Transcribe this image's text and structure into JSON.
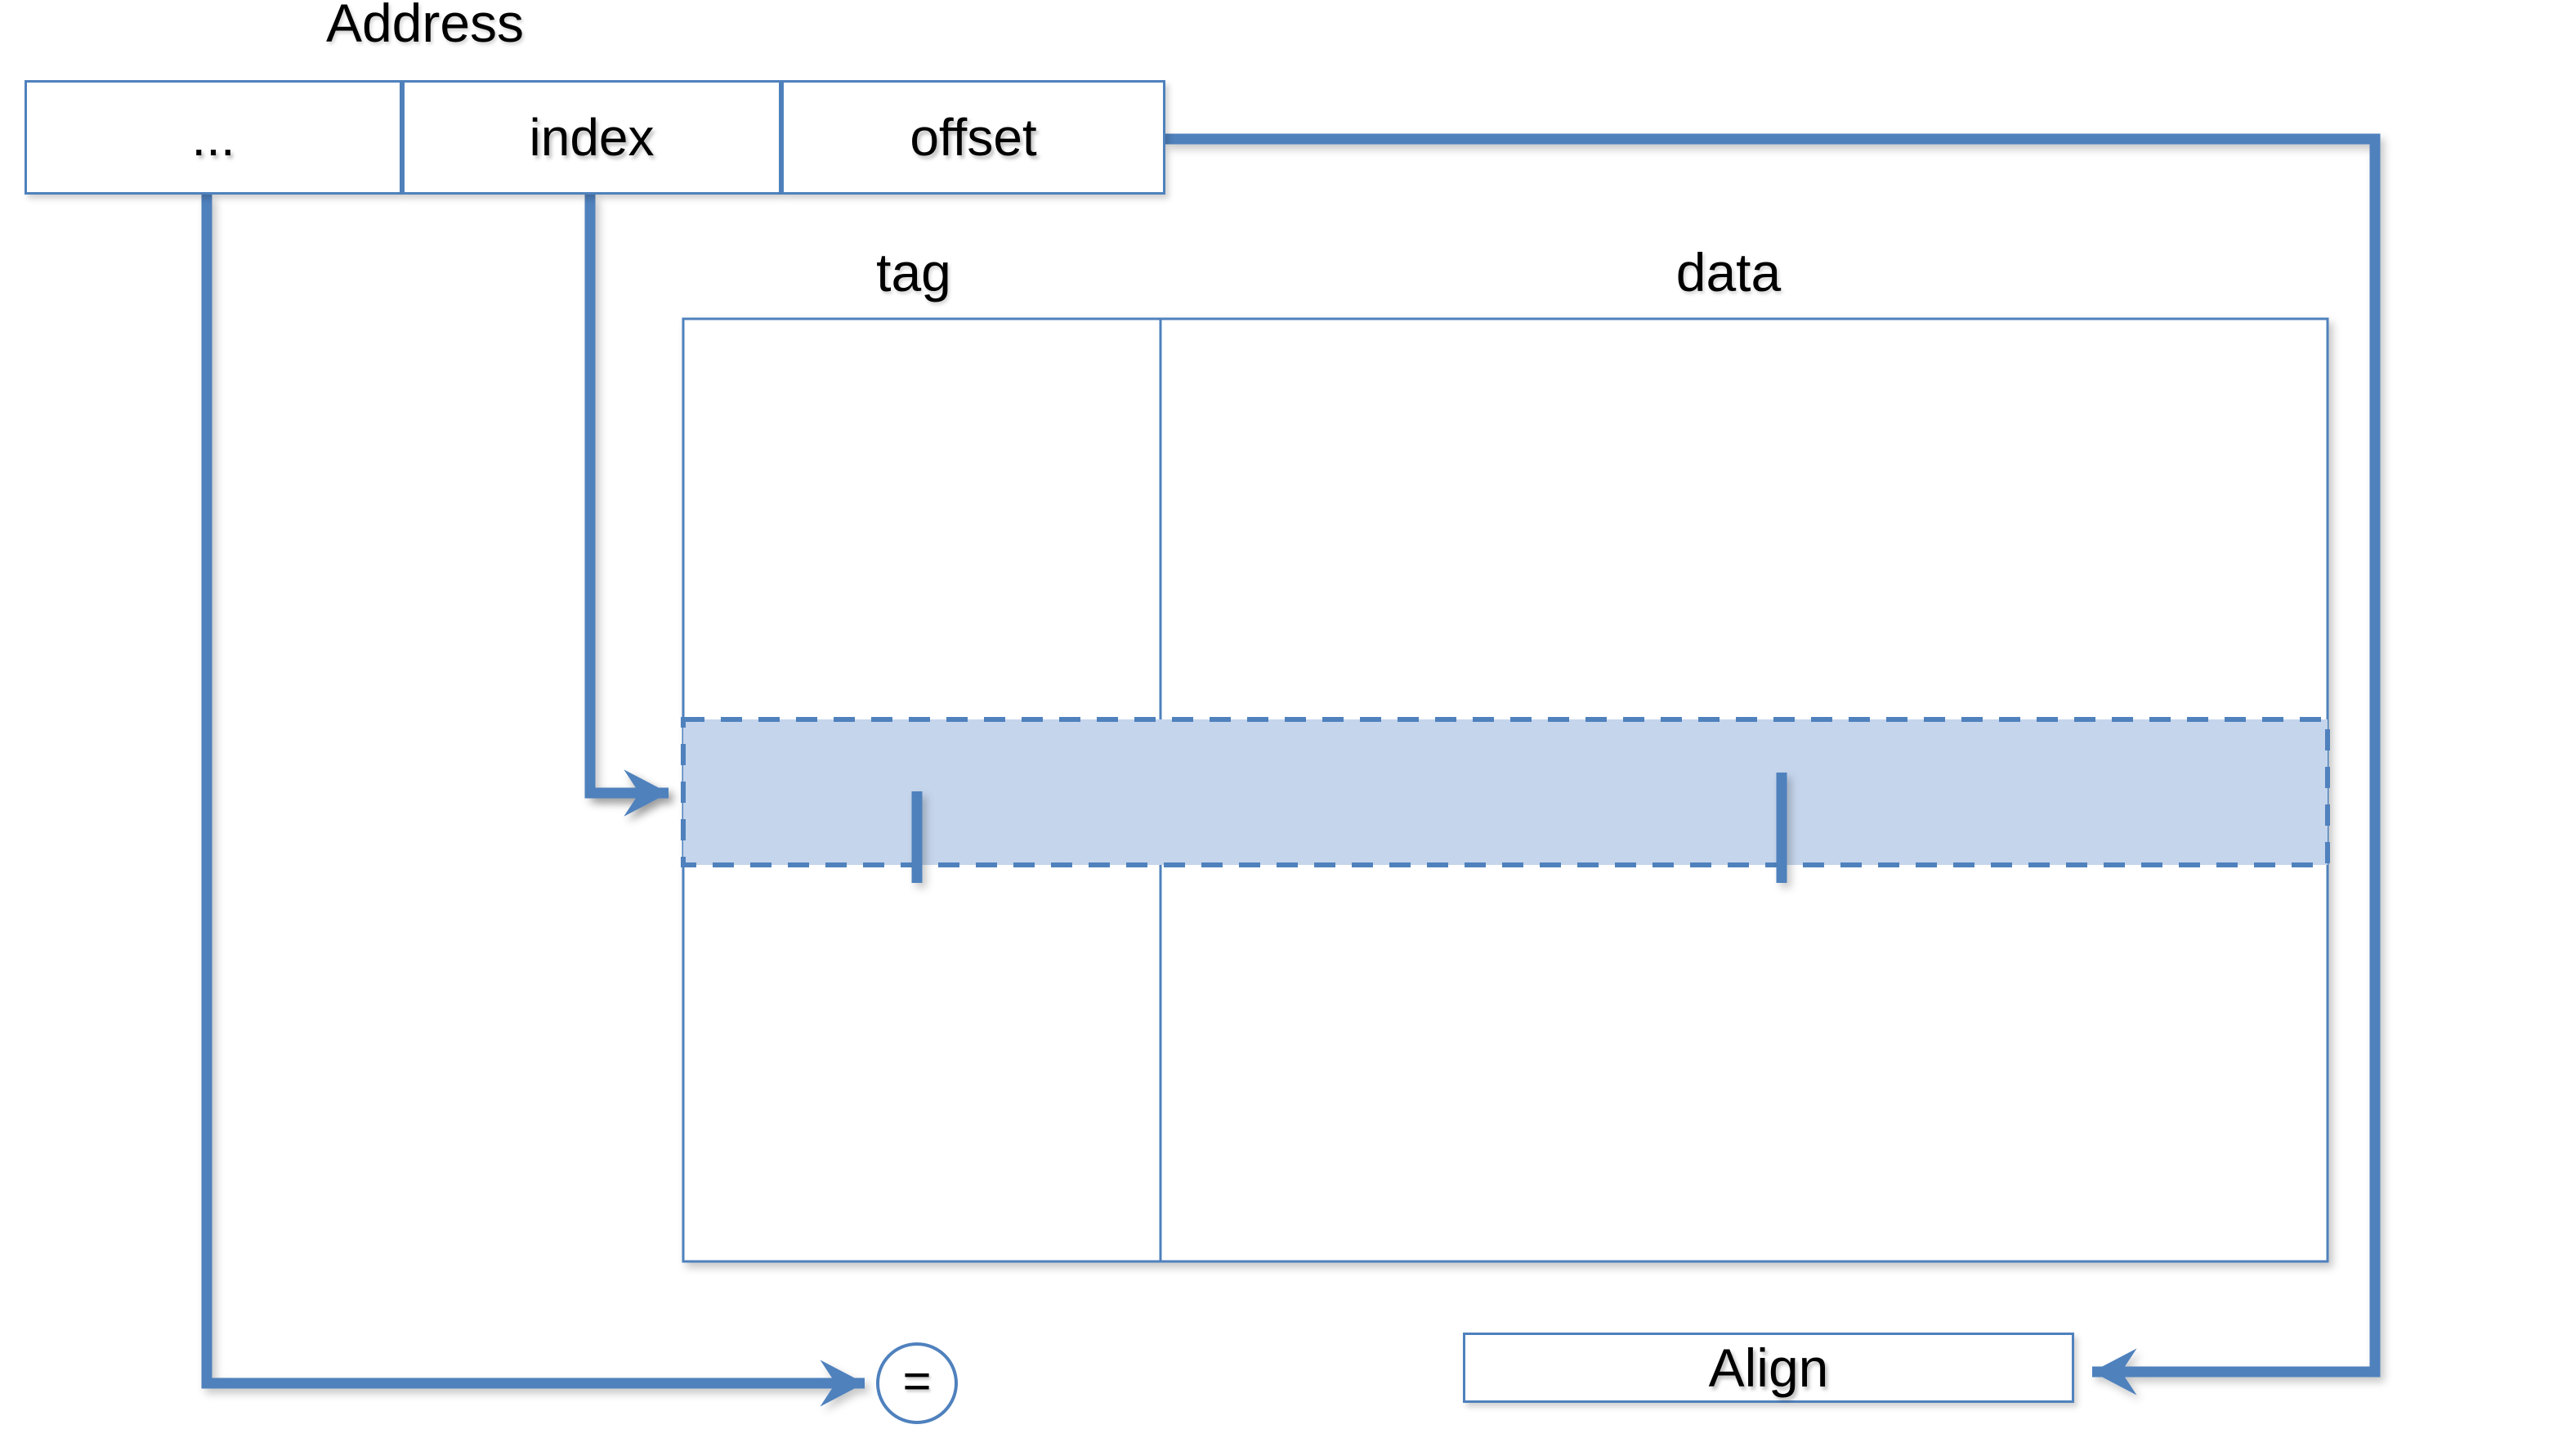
{
  "diagram": {
    "title_label": "Address",
    "address": {
      "segments": [
        {
          "label": "...",
          "name": "address-segment-rest"
        },
        {
          "label": "index",
          "name": "address-segment-index"
        },
        {
          "label": "offset",
          "name": "address-segment-offset"
        }
      ]
    },
    "cache_table": {
      "headers": [
        {
          "label": "tag",
          "name": "cache-column-header-tag"
        },
        {
          "label": "data",
          "name": "cache-column-header-data"
        }
      ],
      "selected_row_highlighted": true
    },
    "comparator": {
      "label": "=",
      "name": "comparator-node"
    },
    "align_block": {
      "label": "Align",
      "name": "align-block"
    },
    "colors": {
      "line_blue": "#4f81bd",
      "border_blue": "#4f81bd",
      "highlight_fill": "#c5d5ec",
      "highlight_dash": "#4f81bd",
      "text_black": "#000000",
      "background": "#ffffff"
    }
  }
}
